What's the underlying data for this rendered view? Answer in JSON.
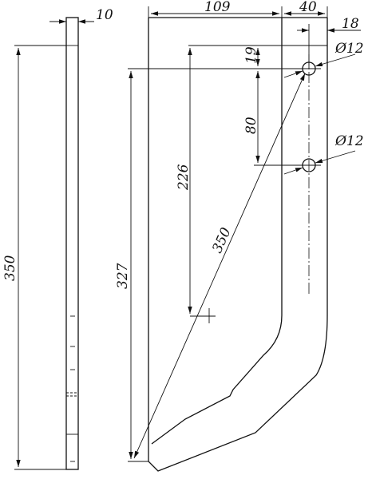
{
  "dimensions": {
    "side_thickness": "10",
    "side_length": "350",
    "top_width": "109",
    "hole_offset": "40",
    "edge_offset": "18",
    "hole_diameter_top": "Ø12",
    "hole_diameter_bottom": "Ø12",
    "top_to_hole": "19",
    "hole_spacing": "80",
    "height_226": "226",
    "height_327": "327",
    "diagonal": "350"
  }
}
